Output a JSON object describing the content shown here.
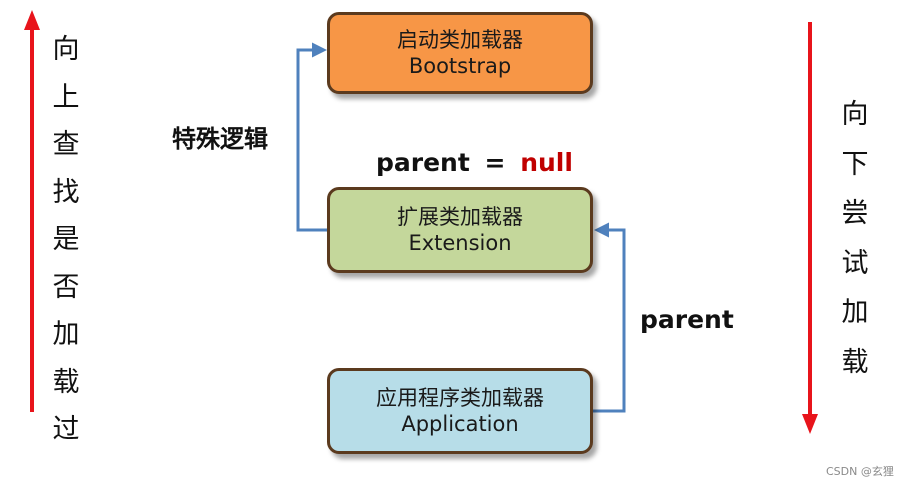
{
  "colors": {
    "bootstrap_fill": "#f79646",
    "extension_fill": "#c4d79b",
    "application_fill": "#b7dde8",
    "box_border": "#5b3a1e",
    "connector": "#4f81bd",
    "side_arrow": "#e8141b",
    "null_text": "#c00000"
  },
  "boxes": {
    "bootstrap": {
      "cn": "启动类加载器",
      "en": "Bootstrap"
    },
    "extension": {
      "cn": "扩展类加载器",
      "en": "Extension"
    },
    "application": {
      "cn": "应用程序类加载器",
      "en": "Application"
    }
  },
  "labels": {
    "special_logic": "特殊逻辑",
    "parent_word": "parent",
    "equals": "=",
    "null_word": "null",
    "parent_right": "parent"
  },
  "left_side": {
    "chars": [
      "向",
      "上",
      "查",
      "找",
      "是",
      "否",
      "加",
      "载",
      "过"
    ]
  },
  "right_side": {
    "chars": [
      "向",
      "下",
      "尝",
      "试",
      "加",
      "载"
    ]
  },
  "watermark": "CSDN @玄狸"
}
